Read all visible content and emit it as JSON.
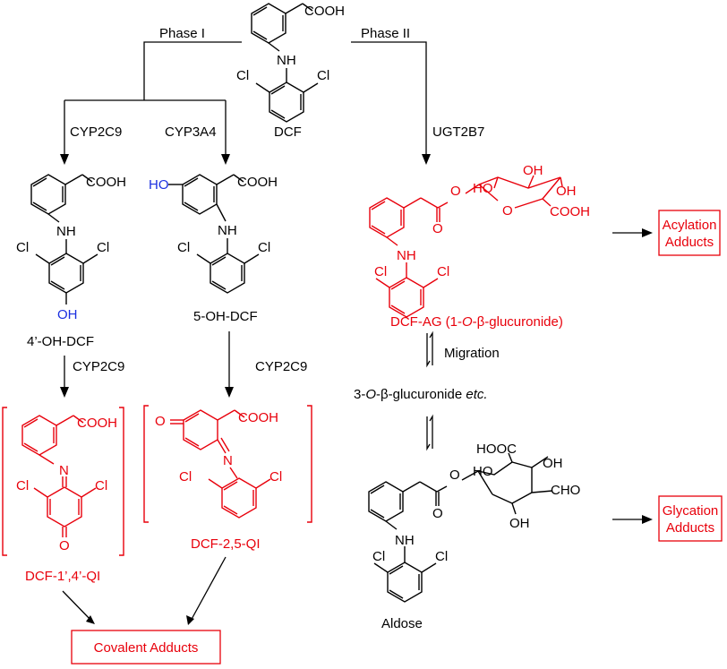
{
  "colors": {
    "metabolite_red": "#e8000b",
    "hydroxyl_blue": "#1a2fe0",
    "ink": "#000000"
  },
  "phases": {
    "phase1": "Phase I",
    "phase2": "Phase II"
  },
  "enzymes": {
    "cyp2c9": "CYP2C9",
    "cyp3a4": "CYP3A4",
    "ugt2b7": "UGT2B7",
    "migration": "Migration"
  },
  "compounds": {
    "dcf": "DCF",
    "oh4": "4’-OH-DCF",
    "oh5": "5-OH-DCF",
    "qi14": "DCF-1’,4’-QI",
    "qi25": "DCF-2,5-QI",
    "ag_prefix": "DCF-AG (1-",
    "ag_o": "O",
    "ag_suffix": "-β-glucuronide)",
    "gluc3_prefix": "3-",
    "gluc3_o": "O",
    "gluc3_mid": "-β-glucuronide ",
    "gluc3_etc": "etc.",
    "aldose": "Aldose"
  },
  "atoms": {
    "cooh": "COOH",
    "nh": "NH",
    "n": "N",
    "cl": "Cl",
    "oh": "OH",
    "ho": "HO",
    "o": "O",
    "hooc": "HOOC",
    "cho": "CHO"
  },
  "outcomes": {
    "acylation": [
      "Acylation",
      "Adducts"
    ],
    "glycation": [
      "Glycation",
      "Adducts"
    ],
    "covalent": "Covalent Adducts"
  }
}
